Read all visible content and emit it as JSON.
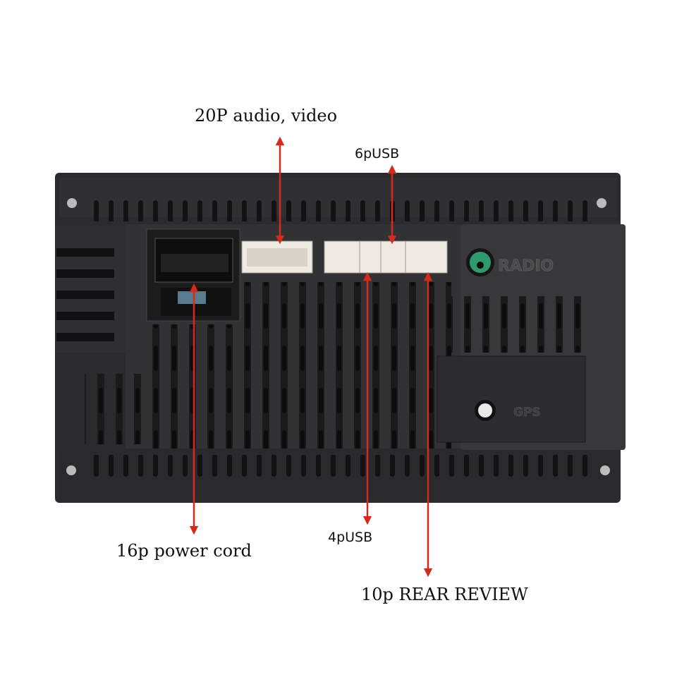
{
  "labels": {
    "audio_video": "20P audio, video",
    "usb6": "6pUSB",
    "power": "16p power cord",
    "usb4": "4pUSB",
    "rear_review": "10p REAR REVIEW"
  },
  "embossed": {
    "radio": "RADIO",
    "gps": "GPS"
  },
  "colors": {
    "arrow": "#d42a1e",
    "housing": "#2e2e30",
    "connector": "#eeeae2",
    "radio_port": "#2f9a6e"
  }
}
